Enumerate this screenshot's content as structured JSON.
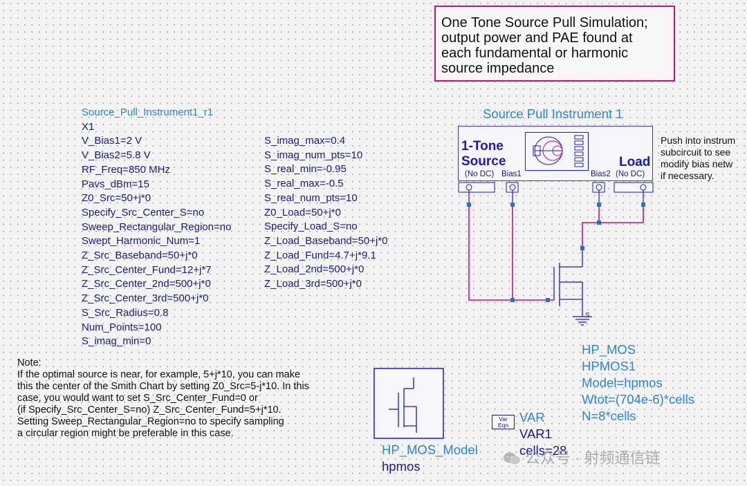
{
  "title_box": {
    "lines": [
      "One Tone Source Pull Simulation;",
      "output power and PAE found at",
      "each fundamental or harmonic",
      "source impedance"
    ],
    "border_color": "#c0157d"
  },
  "instrument": {
    "name_line": "Source_Pull_Instrument1_r1",
    "params_left": [
      "X1",
      "V_Bias1=2 V",
      "V_Bias2=5.8 V",
      "RF_Freq=850 MHz",
      "Pavs_dBm=15",
      "Z0_Src=50+j*0",
      "Specify_Src_Center_S=no",
      "Sweep_Rectangular_Region=no",
      "Swept_Harmonic_Num=1",
      "Z_Src_Baseband=50+j*0",
      "Z_Src_Center_Fund=12+j*7",
      "Z_Src_Center_2nd=500+j*0",
      "Z_Src_Center_3rd=500+j*0",
      "S_Src_Radius=0.8",
      "Num_Points=100",
      "S_imag_min=0"
    ],
    "params_right": [
      "S_imag_max=0.4",
      "S_imag_num_pts=10",
      "S_real_min=-0.95",
      "S_real_max=-0.5",
      "S_real_num_pts=10",
      "Z0_Load=50+j*0",
      "Specify_Load_S=no",
      "Z_Load_Baseband=50+j*0",
      "Z_Load_Fund=4.7+j*9.1",
      "Z_Load_2nd=500+j*0",
      "Z_Load_3rd=500+j*0"
    ]
  },
  "note": {
    "lines": [
      "Note:",
      "If the optimal source is near, for example, 5+j*10, you can make",
      "this the center of the Smith Chart by setting Z0_Src=5-j*10.  In this",
      "case, you would want to set S_Src_Center_Fund=0 or",
      "(if Specify_Src_Center_S=no) Z_Src_Center_Fund=5+j*10.",
      "Setting Sweep_Rectangular_Region=no to specify sampling",
      "a circular region might be preferable in this case."
    ]
  },
  "symbol": {
    "title": "Source Pull Instrument 1",
    "source_line1": "1-Tone",
    "source_line2": "Source",
    "load": "Load",
    "no_dc_left": "(No DC)",
    "no_dc_right": "(No DC)",
    "bias1": "Bias1",
    "bias2": "Bias2",
    "ground_label": "S"
  },
  "push_note": {
    "lines": [
      "Push into instrum",
      "subcircuit to see",
      "modify bias netw",
      "if necessary."
    ]
  },
  "mos": {
    "lines": [
      "HP_MOS",
      "HPMOS1",
      "Model=hpmos",
      "Wtot=(704e-6)*cells",
      "N=8*cells"
    ]
  },
  "model": {
    "lines": [
      "HP_MOS_Model",
      "hpmos"
    ]
  },
  "var": {
    "icon_top": "Var",
    "icon_bottom": "Eqn",
    "lines": [
      "VAR",
      "VAR1",
      "cells=28"
    ]
  },
  "watermark": {
    "text": "公众号 · 射频通信链"
  },
  "colors": {
    "wire": "#c0157d",
    "component": "#1a1acc",
    "label_blue": "#2b86e0",
    "param_navy": "#1a1a90"
  }
}
